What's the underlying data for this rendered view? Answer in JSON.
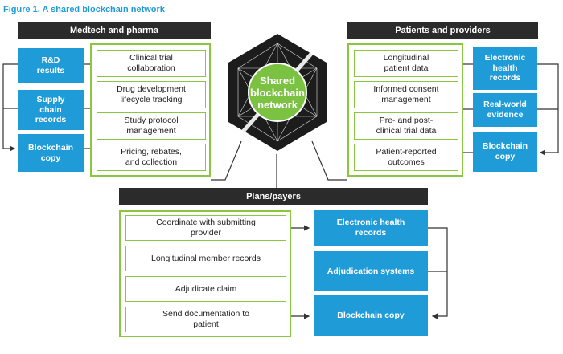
{
  "figure_title": "Figure 1. A shared blockchain network",
  "center": {
    "label": "Shared\nblockchain\nnetwork"
  },
  "left_panel": {
    "header": "Medtech and pharma",
    "items": [
      "Clinical trial\ncollaboration",
      "Drug development\nlifecycle tracking",
      "Study protocol\nmanagement",
      "Pricing, rebates,\nand collection"
    ],
    "outputs": [
      "R&D\nresults",
      "Supply\nchain\nrecords",
      "Blockchain\ncopy"
    ]
  },
  "right_panel": {
    "header": "Patients and providers",
    "items": [
      "Longitudinal\npatient data",
      "Informed consent\nmanagement",
      "Pre- and post-\nclinical trial data",
      "Patient-reported\noutcomes"
    ],
    "outputs": [
      "Electronic\nhealth\nrecords",
      "Real-world\nevidence",
      "Blockchain\ncopy"
    ]
  },
  "bottom_panel": {
    "header": "Plans/payers",
    "items": [
      "Coordinate with submitting\nprovider",
      "Longitudinal member records",
      "Adjudicate claim",
      "Send documentation to\npatient"
    ],
    "outputs": [
      "Electronic health\nrecords",
      "Adjudication systems",
      "Blockchain copy"
    ]
  },
  "colors": {
    "green": "#8cc63f",
    "blue": "#1f9bd7",
    "dark": "#2b2b2b"
  }
}
